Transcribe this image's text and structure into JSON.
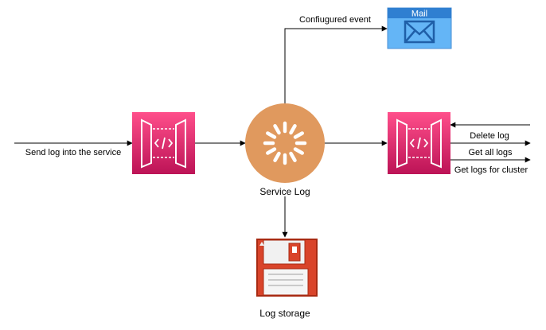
{
  "edges": {
    "send_label": "Send log into the service",
    "configured_event_label": "Confiugured event",
    "delete_label": "Delete log",
    "get_all_label": "Get all logs",
    "get_cluster_label": "Get logs for cluster"
  },
  "nodes": {
    "service_label": "Service Log",
    "storage_label": "Log storage",
    "mail_title": "Mail"
  },
  "colors": {
    "gateway_gradient_top": "#ff4f8b",
    "gateway_gradient_bottom": "#bc1356",
    "service_circle": "#e0995e",
    "mail_header": "#2f7fd1",
    "mail_body": "#64b5f6",
    "floppy_red": "#d9442a",
    "floppy_dark": "#a82a12"
  },
  "icons": {
    "left_gateway": "api-gateway-icon",
    "right_gateway": "api-gateway-icon",
    "service": "spinner-icon",
    "storage": "floppy-disk-icon",
    "mail": "envelope-icon"
  }
}
